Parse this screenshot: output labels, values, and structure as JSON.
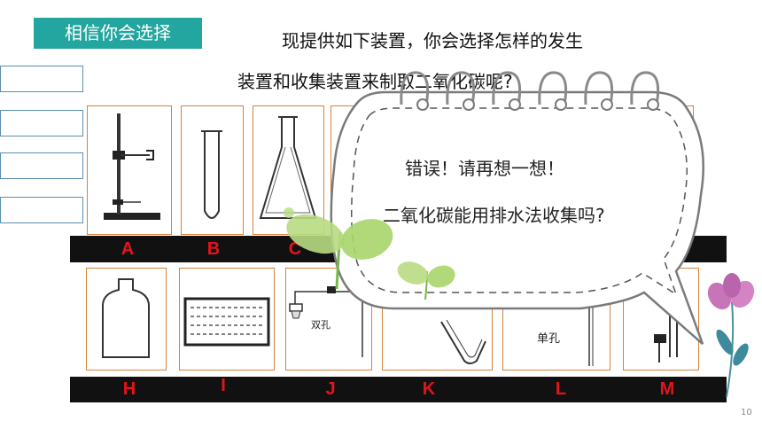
{
  "badge": {
    "title": "相信你会选择"
  },
  "question": {
    "line1": "现提供如下装置，你会选择怎样的发生",
    "line2": "装置和收集装置来制取二氧化碳呢?"
  },
  "apparatus_labels_top": [
    "A",
    "B",
    "C"
  ],
  "apparatus_labels_bottom": [
    "H",
    "I",
    "J",
    "K",
    "L",
    "M"
  ],
  "stopper_labels": {
    "double_hole": "双孔",
    "single_hole": "单孔"
  },
  "feedback": {
    "title": "错误！请再想一想！",
    "question": "二氧化碳能用排水法收集吗?"
  },
  "page_number": "10",
  "colors": {
    "badge": "#24a6a0",
    "panel_border": "#d8823a",
    "label_red": "#e3141b",
    "side_box_border": "#5a8fb2",
    "leaf_green": "#a9d56b"
  }
}
